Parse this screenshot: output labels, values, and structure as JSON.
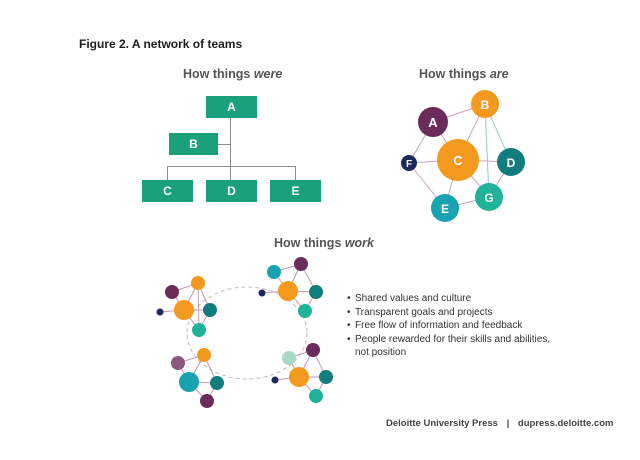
{
  "figure_title": "Figure 2. A network of teams",
  "panels": {
    "were": {
      "prefix": "How things ",
      "emph": "were"
    },
    "are": {
      "prefix": "How things ",
      "emph": "are"
    },
    "work": {
      "prefix": "How things ",
      "emph": "work"
    }
  },
  "org_chart": {
    "a": "A",
    "b": "B",
    "c": "C",
    "d": "D",
    "e": "E"
  },
  "network": {
    "a": "A",
    "b": "B",
    "c": "C",
    "d": "D",
    "e": "E",
    "f": "F",
    "g": "G"
  },
  "bullets": [
    "Shared values and culture",
    "Transparent goals and projects",
    "Free flow of information and  feedback",
    "People rewarded for their skills and abilities,",
    "not position"
  ],
  "footer": {
    "publisher": "Deloitte University Press",
    "separator": "|",
    "site": "dupress.deloitte.com"
  },
  "colors": {
    "green": "#1aa07c",
    "orange": "#f39a1e",
    "purple": "#6b2c5b",
    "teal": "#127d7f",
    "cyan": "#19a3b0",
    "navy": "#1b2a5c",
    "mint": "#20b399",
    "sage": "#a6d8c3"
  }
}
